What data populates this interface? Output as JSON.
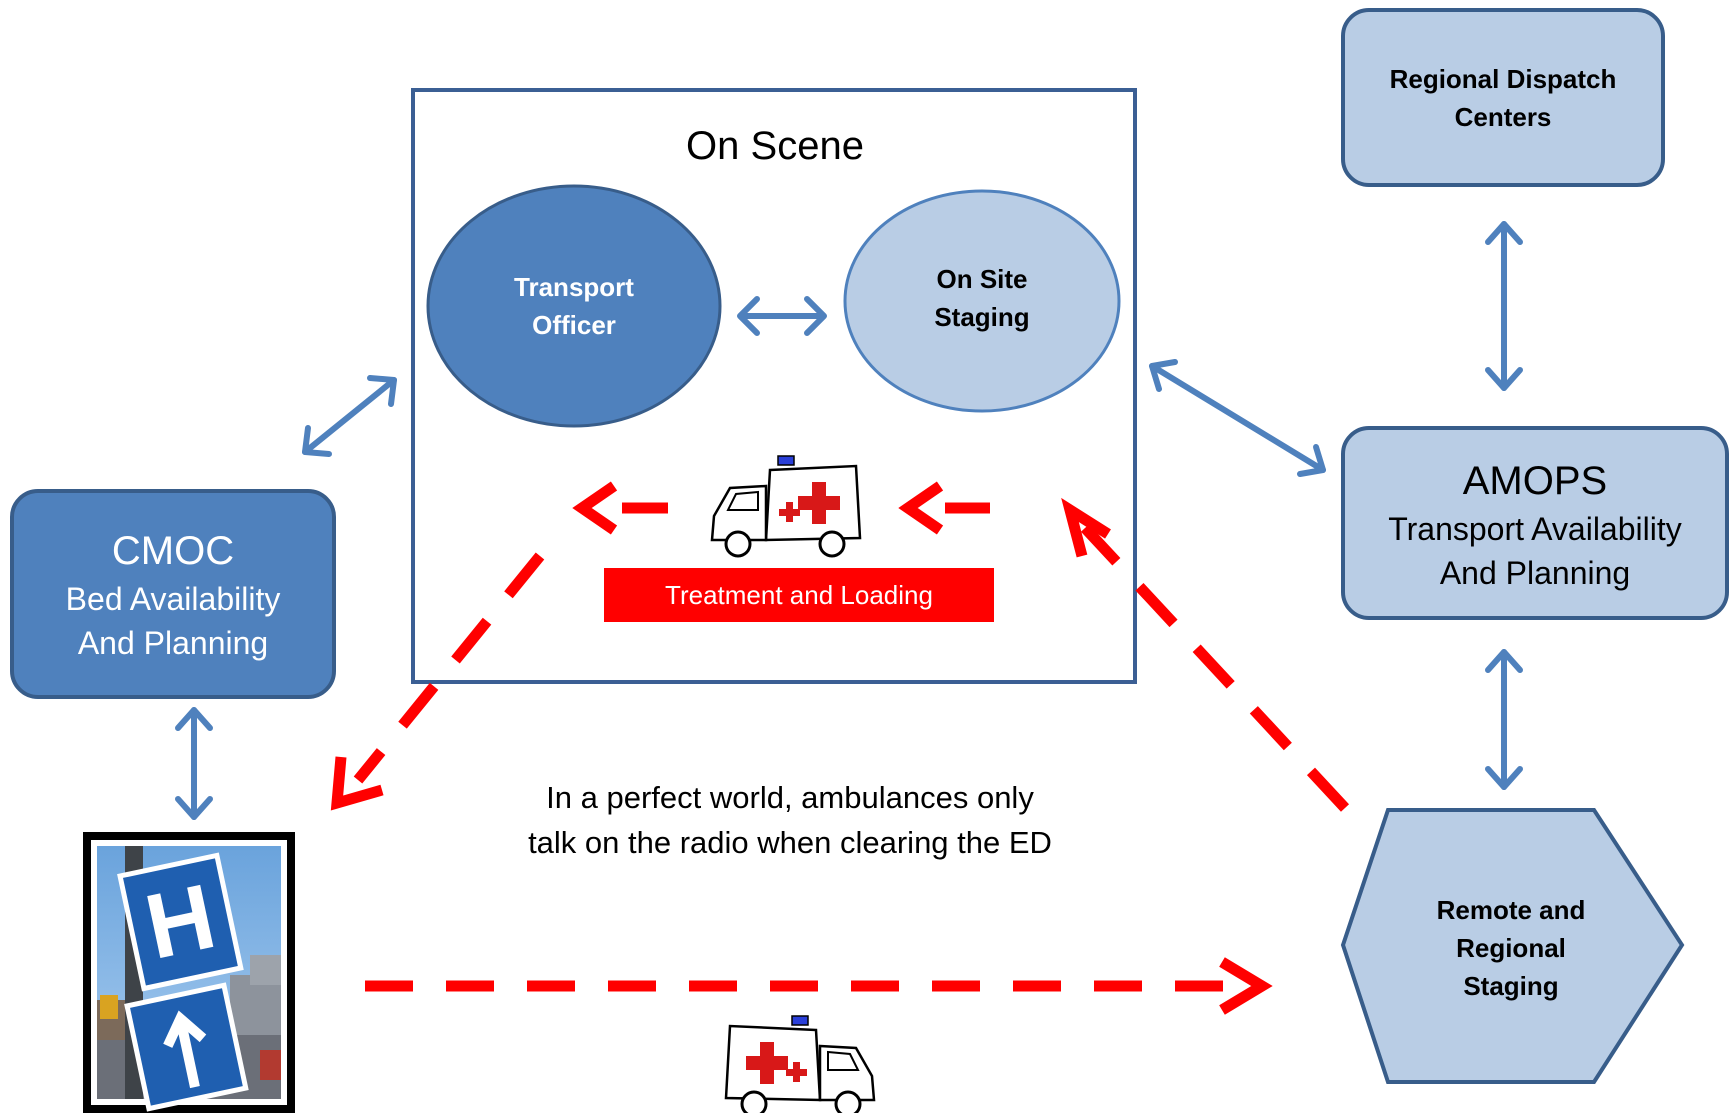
{
  "colors": {
    "dark_blue": "#4f81bd",
    "light_blue": "#b9cde5",
    "border_blue": "#385d8a",
    "red": "#ff0000",
    "frame_blue": "#3b5f94"
  },
  "on_scene": {
    "title": "On Scene",
    "transport_officer": [
      "Transport",
      "Officer"
    ],
    "on_site_staging": [
      "On Site",
      "Staging"
    ],
    "treatment_label": "Treatment and Loading"
  },
  "regional_dispatch": [
    "Regional Dispatch",
    "Centers"
  ],
  "amops": {
    "title": "AMOPS",
    "lines": [
      "Transport Availability",
      "And Planning"
    ]
  },
  "cmoc": {
    "title": "CMOC",
    "lines": [
      "Bed Availability",
      "And Planning"
    ]
  },
  "remote_staging": [
    "Remote and",
    "Regional",
    "Staging"
  ],
  "caption": [
    "In a perfect world, ambulances only",
    "talk on the radio when clearing the ED"
  ],
  "icons": {
    "ambulance_top": "ambulance-icon",
    "ambulance_bottom": "ambulance-icon",
    "hospital_sign": "hospital-sign-photo"
  },
  "hospital_sign": {
    "letter": "H"
  }
}
